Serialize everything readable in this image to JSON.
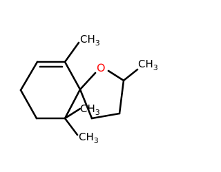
{
  "molecule": {
    "methyl_label": "CH",
    "methyl_subscript": "3",
    "oxygen_label": "O",
    "colors": {
      "bond": "#000000",
      "carbon_label": "#000000",
      "oxygen": "#ff0d0d",
      "background": "#ffffff"
    }
  }
}
